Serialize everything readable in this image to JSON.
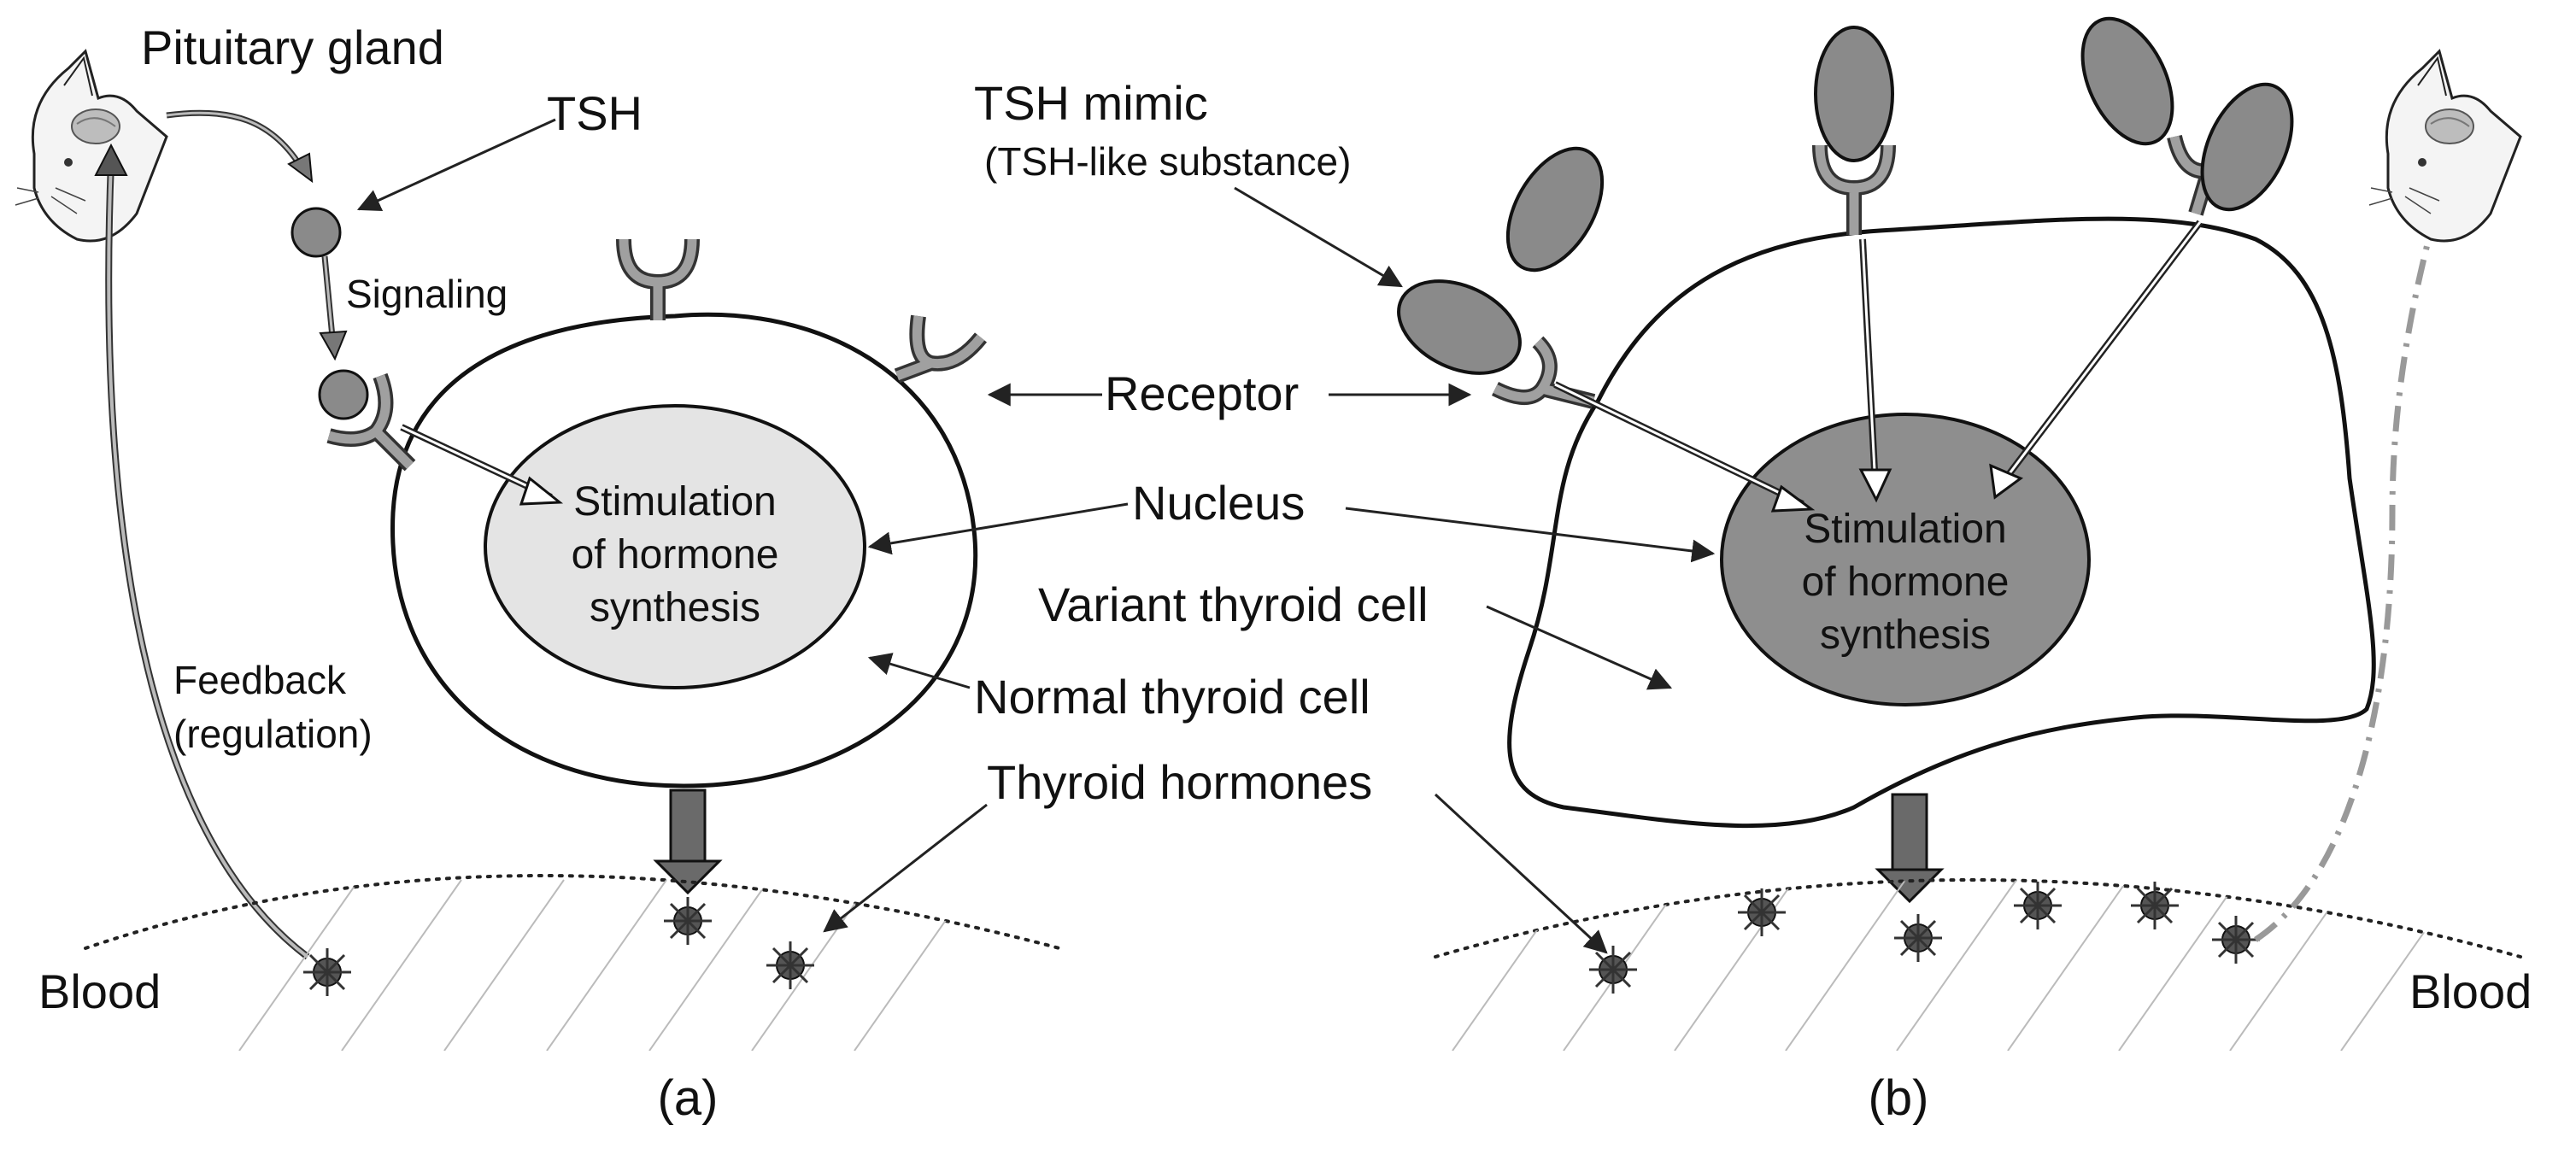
{
  "labels": {
    "pituitary_gland": "Pituitary gland",
    "tsh": "TSH",
    "signaling": "Signaling",
    "tsh_mimic": "TSH mimic",
    "tsh_mimic_sub": "(TSH-like substance)",
    "receptor": "Receptor",
    "nucleus": "Nucleus",
    "variant_cell": "Variant thyroid cell",
    "normal_cell": "Normal thyroid cell",
    "thyroid_hormones": "Thyroid hormones",
    "feedback_line1": "Feedback",
    "feedback_line2": "(regulation)",
    "blood_left": "Blood",
    "blood_right": "Blood",
    "panel_a": "(a)",
    "panel_b": "(b)"
  },
  "nucleus_text_a": [
    "Stimulation",
    "of hormone",
    "synthesis"
  ],
  "nucleus_text_b": [
    "Stimulation",
    "of hormone",
    "synthesis"
  ],
  "colors": {
    "normal_nucleus": "#e4e4e4",
    "variant_nucleus": "#8e8e8e",
    "ligand": "#8a8a8a",
    "receptor": "#9a9a9a",
    "hormone": "#555555"
  }
}
